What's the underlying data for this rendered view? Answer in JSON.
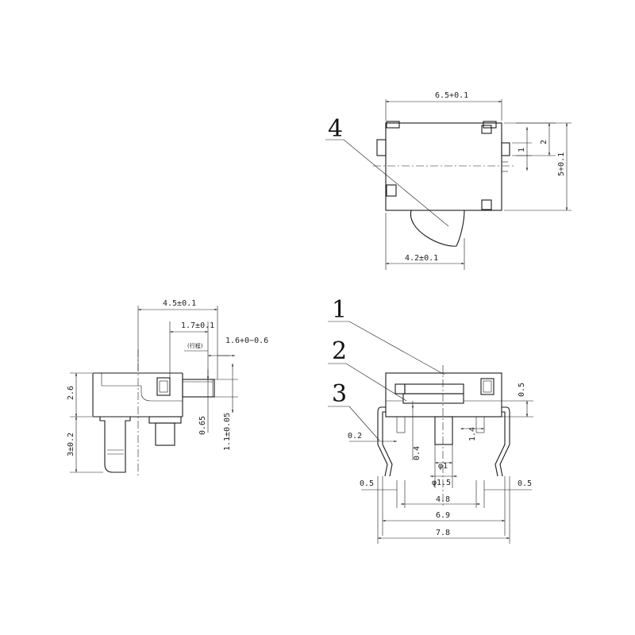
{
  "top_view": {
    "width_dim": "6.5+0.1",
    "height_dim": "5+0.1",
    "inner_dim_1": "1",
    "inner_dim_2": "2",
    "bottom_dim": "4.2±0.1",
    "callout": "4"
  },
  "side_view": {
    "width_dim": "4.5±0.1",
    "travel_dim": "1.7±0.1",
    "travel_note": "(行程)",
    "lever_dim": "1.6+0−0.6",
    "height_dim": "2.6",
    "pin_dim": "3±0.2",
    "small_dim": "0.65",
    "thick_dim": "1.1±0.05"
  },
  "front_view": {
    "callouts": [
      "1",
      "2",
      "3"
    ],
    "dim_02": "0.2",
    "dim_04": "0.4",
    "dim_05_right_top": "0.5",
    "dim_14": "1.4",
    "dim_phi1": "φ1",
    "dim_phi15": "φ1.5",
    "dim_05_left": "0.5",
    "dim_05_right": "0.5",
    "dim_48": "4.8",
    "dim_69": "6.9",
    "dim_78": "7.8"
  }
}
